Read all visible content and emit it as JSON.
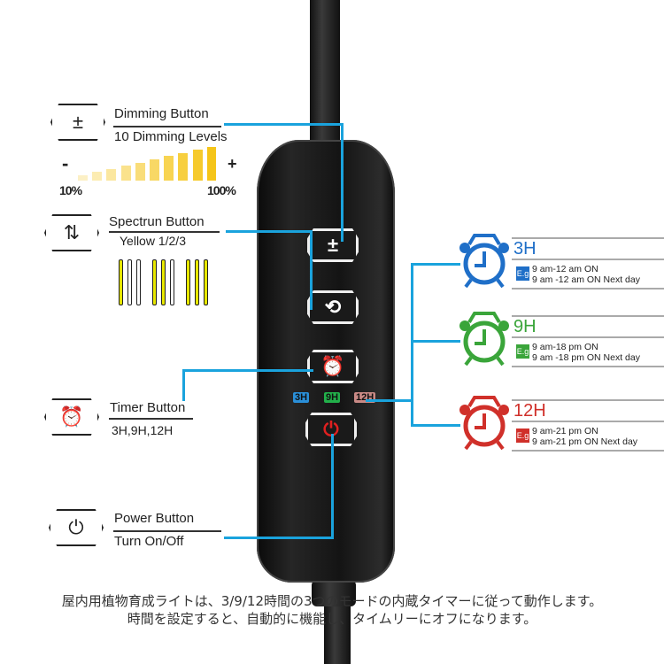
{
  "dimming": {
    "title": "Dimming Button",
    "subtitle": "10 Dimming Levels",
    "minus": "-",
    "plus": "+",
    "min_label": "10%",
    "max_label": "100%",
    "levels": 10,
    "bar_color": "#f5c518"
  },
  "spectrum": {
    "title": "Spectrun Button",
    "subtitle": "Yellow 1/2/3"
  },
  "timer": {
    "title": "Timer Button",
    "subtitle": "3H,9H,12H"
  },
  "power": {
    "title": "Power Button",
    "subtitle": "Turn On/Off"
  },
  "remote": {
    "indicators": [
      {
        "label": "3H",
        "color": "#2a8fd8"
      },
      {
        "label": "9H",
        "color": "#22b04a"
      },
      {
        "label": "12H",
        "color": "#c98a86"
      }
    ],
    "power_color": "#e02020"
  },
  "modes": [
    {
      "label": "3H",
      "color": "#1f6fc8",
      "eg": "E.g",
      "line1": "9 am-12 am ON",
      "line2": "9 am -12 am ON Next day"
    },
    {
      "label": "9H",
      "color": "#3aa53a",
      "eg": "E.g",
      "line1": "9 am-18 pm ON",
      "line2": "9 am -18 pm ON Next day"
    },
    {
      "label": "12H",
      "color": "#d0302a",
      "eg": "E.g",
      "line1": "9 am-21 pm ON",
      "line2": "9 am-21 pm ON Next day"
    }
  ],
  "caption": {
    "line1": "屋内用植物育成ライトは、3/9/12時間の3つのモードの内蔵タイマーに従って動作します。",
    "line2": "時間を設定すると、自動的に機能し、タイムリーにオフになります。"
  },
  "accent": "#1aa3dd"
}
